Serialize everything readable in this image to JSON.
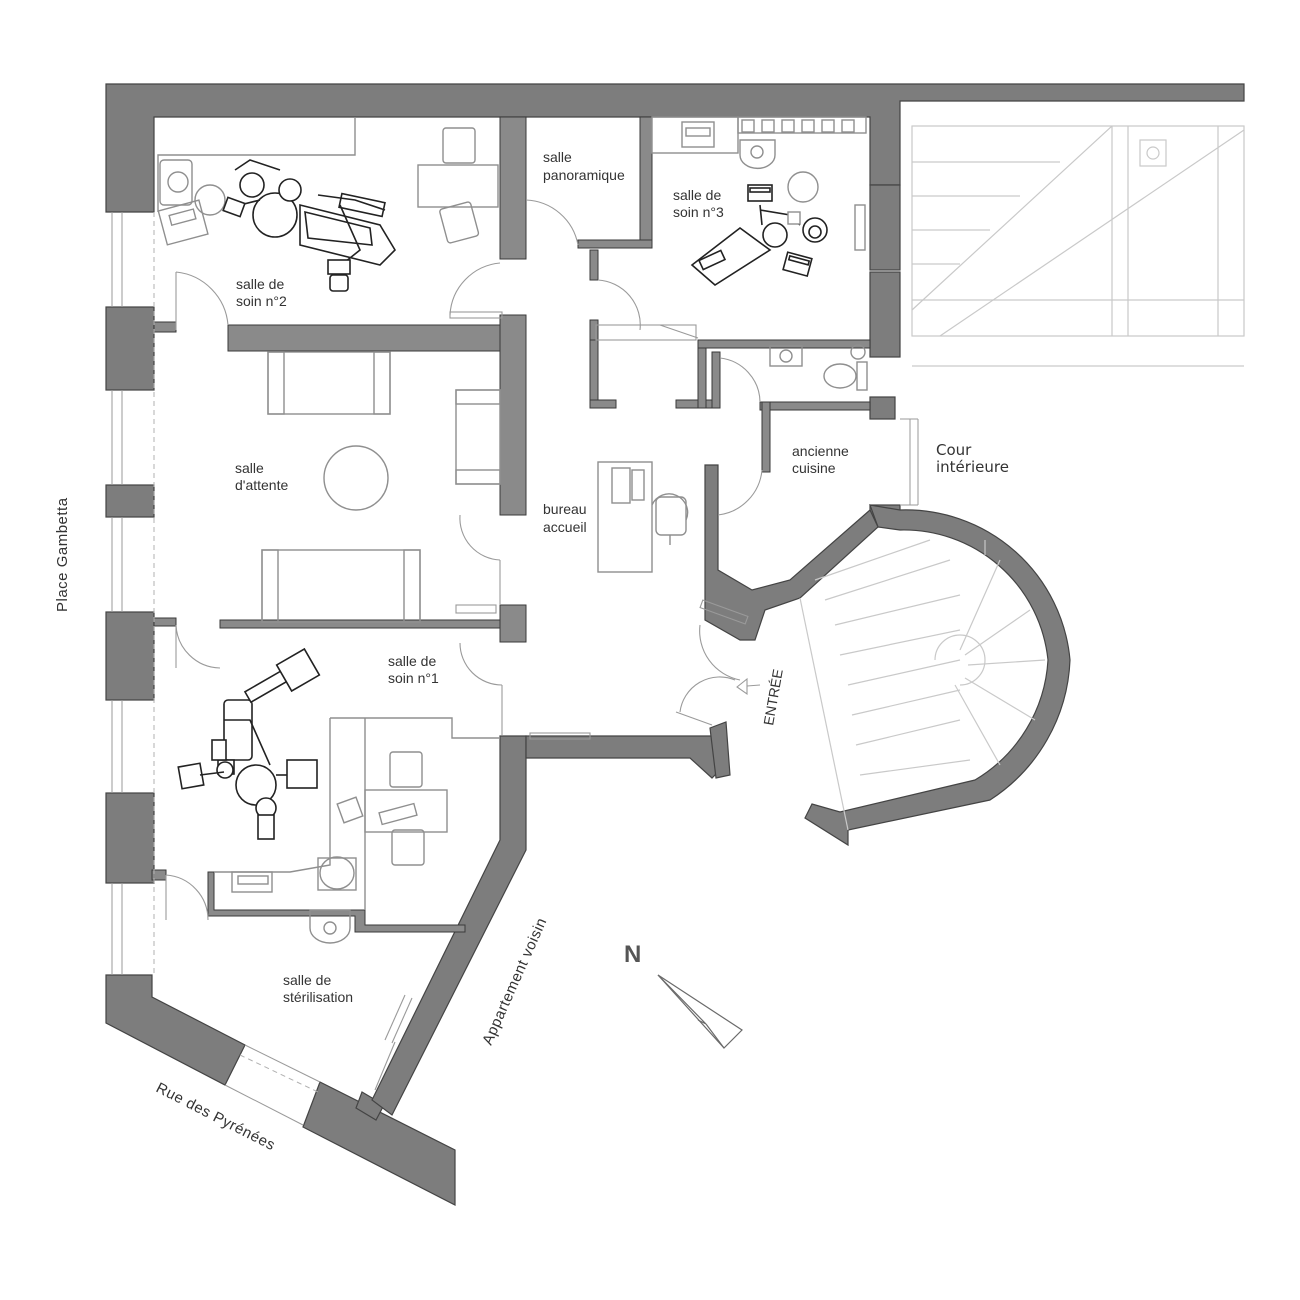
{
  "rooms": {
    "soin2": [
      "salle de",
      "soin n°2"
    ],
    "panoramique": [
      "salle",
      "panoramique"
    ],
    "soin3": [
      "salle de",
      "soin n°3"
    ],
    "attente": [
      "salle",
      "d'attente"
    ],
    "bureau": [
      "bureau",
      "accueil"
    ],
    "cuisine": [
      "ancienne",
      "cuisine"
    ],
    "soin1": [
      "salle de",
      "soin n°1"
    ],
    "sterilisation": [
      "salle de",
      "stérilisation"
    ]
  },
  "cour": [
    "Cour",
    "intérieure"
  ],
  "streets": {
    "gambetta": "Place Gambetta",
    "pyrenees": "Rue des Pyrénées",
    "voisin": "Appartement voisin"
  },
  "entree": "ENTRÉE",
  "north": "N"
}
